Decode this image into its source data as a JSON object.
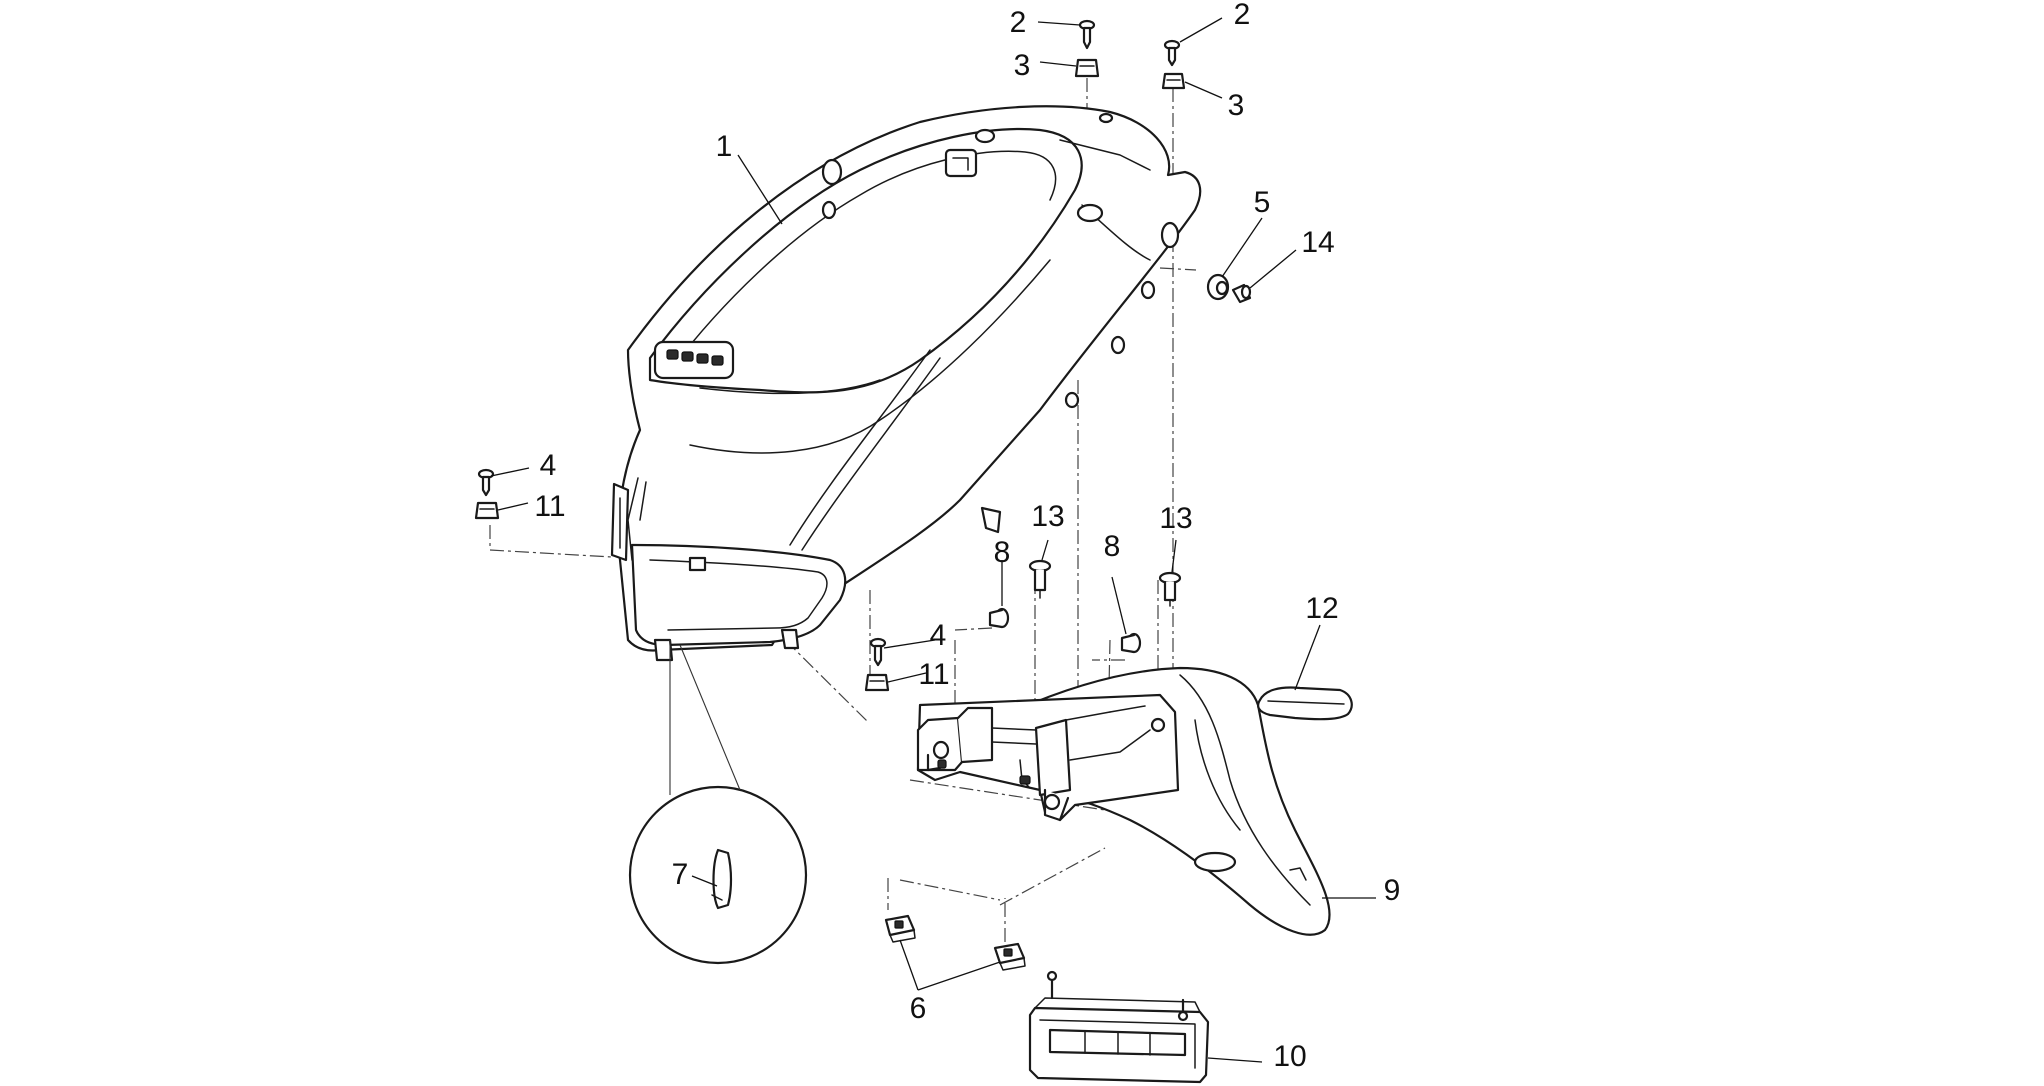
{
  "callouts": {
    "c1": "1",
    "c2a": "2",
    "c2b": "2",
    "c3a": "3",
    "c3b": "3",
    "c4a": "4",
    "c4b": "4",
    "c5": "5",
    "c6": "6",
    "c7": "7",
    "c8a": "8",
    "c8b": "8",
    "c9": "9",
    "c10": "10",
    "c11a": "11",
    "c11b": "11",
    "c12": "12",
    "c13a": "13",
    "c13b": "13",
    "c14": "14"
  },
  "colors": {
    "line": "#1a1a1a",
    "background": "#ffffff"
  }
}
